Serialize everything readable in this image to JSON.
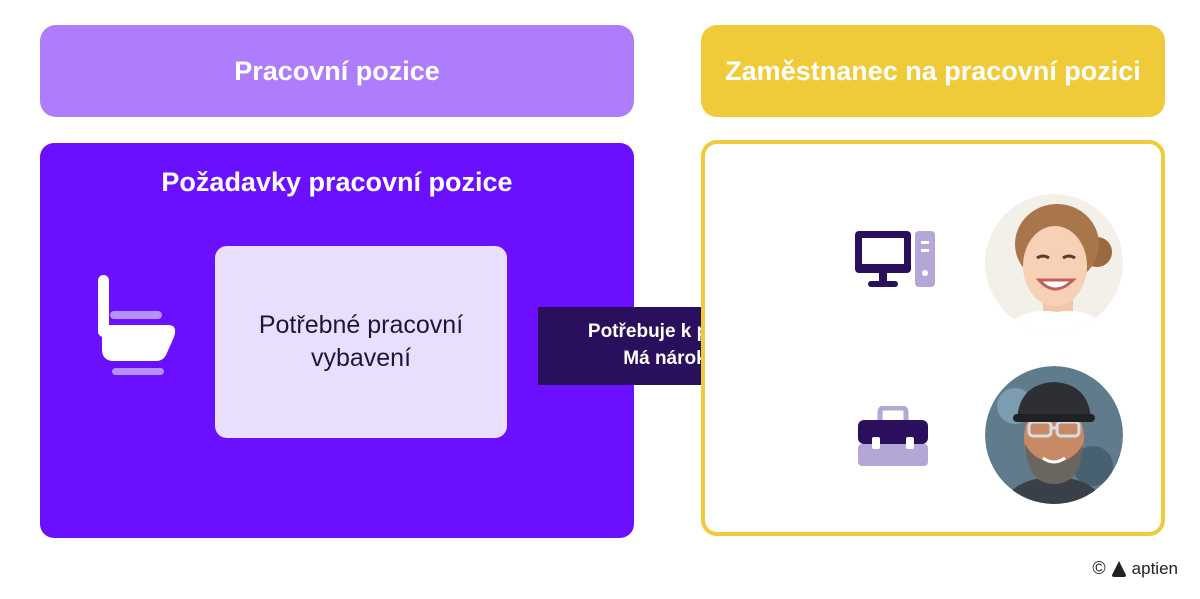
{
  "headers": {
    "left": "Pracovní pozice",
    "right": "Zaměstnanec na pracovní pozici"
  },
  "left_panel": {
    "title": "Požadavky pracovní pozice",
    "equipment_box": {
      "line1": "Potřebné pracovní",
      "line2": "vybavení"
    }
  },
  "arrow": {
    "line1": "Potřebuje k práci",
    "line2": "Má nárok"
  },
  "footer": {
    "copyright": "©",
    "brand": "aptien"
  },
  "colors": {
    "light_purple": "#ad7dfb",
    "purple": "#6a10ff",
    "pale_lavender": "#e9dffd",
    "dark_navy": "#2a0f5c",
    "yellow": "#f0cb39"
  }
}
